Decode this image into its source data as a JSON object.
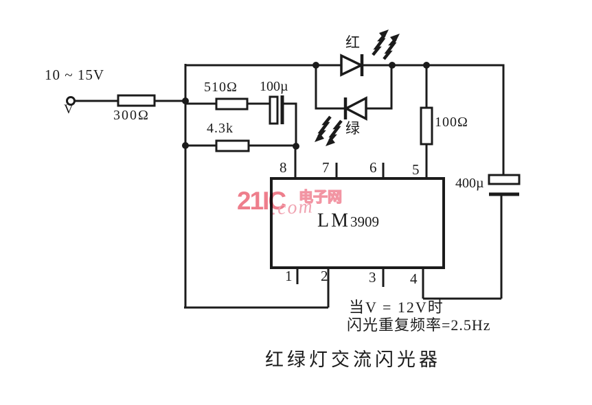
{
  "power": {
    "range": "10 ~ 15V",
    "terminal": "V"
  },
  "components": {
    "r_series": "300Ω",
    "r_510": "510Ω",
    "r_43k": "4.3k",
    "r_100": "100Ω",
    "c_100u": "100µ",
    "c_400u": "400µ",
    "led_red_label": "红",
    "led_green_label": "绿",
    "ic_prefix": "LM",
    "ic_number": "3909"
  },
  "pins": {
    "top": [
      "8",
      "7",
      "6",
      "5"
    ],
    "bottom": [
      "1",
      "2",
      "3",
      "4"
    ]
  },
  "notes": {
    "condition": "当V = 12V时",
    "frequency": "闪光重复频率=2.5Hz"
  },
  "caption": "红绿灯交流闪光器",
  "watermark": {
    "brand": "21IC",
    "domain": ".com",
    "site_cn": "电子网"
  },
  "colors": {
    "ink": "#1b1b1b",
    "watermark_pink": "#ee7e8c",
    "watermark_light": "#f0a4b2",
    "background": "#ffffff"
  }
}
